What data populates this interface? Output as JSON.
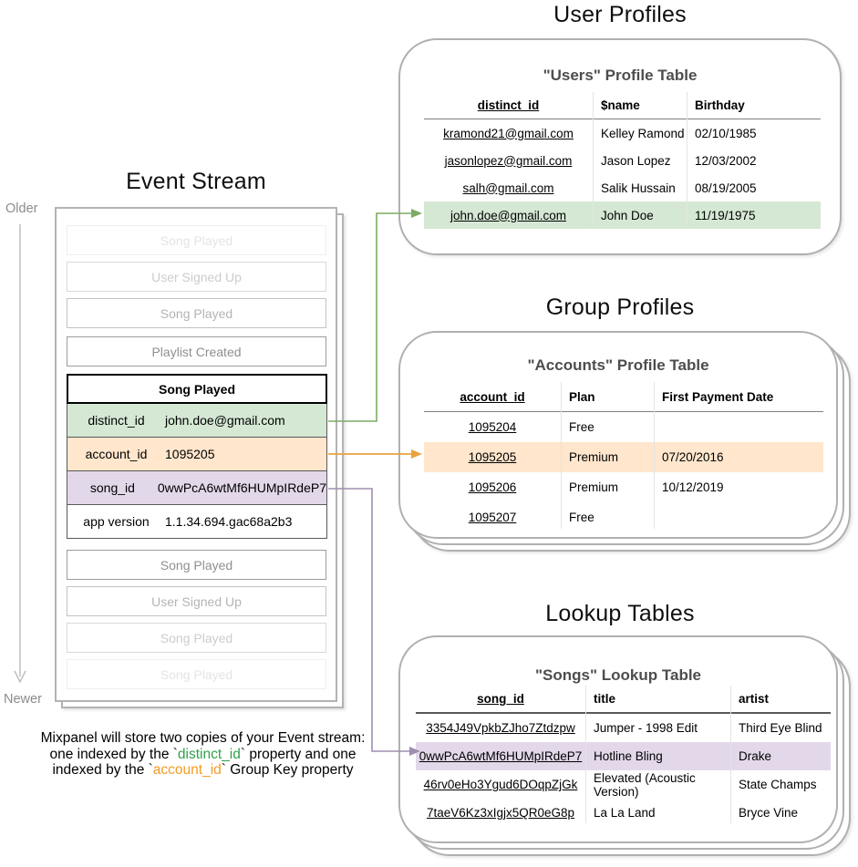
{
  "titles": {
    "event_stream": "Event Stream",
    "user_profiles": "User Profiles",
    "group_profiles": "Group Profiles",
    "lookup_tables": "Lookup Tables"
  },
  "timeline": {
    "older": "Older",
    "newer": "Newer"
  },
  "event_stream": {
    "events_before": [
      "Song Played",
      "User Signed Up",
      "Song Played",
      "Playlist Created"
    ],
    "active_event": {
      "name": "Song Played",
      "properties": [
        {
          "key": "distinct_id",
          "value": "john.doe@gmail.com",
          "highlight": "green"
        },
        {
          "key": "account_id",
          "value": "1095205",
          "highlight": "orange"
        },
        {
          "key": "song_id",
          "value": "0wwPcA6wtMf6HUMpIRdeP7",
          "highlight": "purple"
        },
        {
          "key": "app version",
          "value": "1.1.34.694.gac68a2b3",
          "highlight": "none"
        }
      ]
    },
    "events_after": [
      "Song Played",
      "User Signed Up",
      "Song Played",
      "Song Played"
    ]
  },
  "users_table": {
    "title": "\"Users\" Profile Table",
    "columns": [
      "distinct_id",
      "$name",
      "Birthday"
    ],
    "rows": [
      [
        "kramond21@gmail.com",
        "Kelley Ramond",
        "02/10/1985"
      ],
      [
        "jasonlopez@gmail.com",
        "Jason Lopez",
        "12/03/2002"
      ],
      [
        "salh@gmail.com",
        "Salik Hussain",
        "08/19/2005"
      ],
      [
        "john.doe@gmail.com",
        "John Doe",
        "11/19/1975"
      ]
    ],
    "highlighted_row": "john.doe@gmail.com"
  },
  "accounts_table": {
    "title": "\"Accounts\" Profile Table",
    "columns": [
      "account_id",
      "Plan",
      "First Payment Date"
    ],
    "rows": [
      [
        "1095204",
        "Free",
        ""
      ],
      [
        "1095205",
        "Premium",
        "07/20/2016"
      ],
      [
        "1095206",
        "Premium",
        "10/12/2019"
      ],
      [
        "1095207",
        "Free",
        ""
      ]
    ],
    "highlighted_row": "1095205"
  },
  "songs_table": {
    "title": "\"Songs\" Lookup Table",
    "columns": [
      "song_id",
      "title",
      "artist"
    ],
    "rows": [
      [
        "3354J49VpkbZJho7Ztdzpw",
        "Jumper - 1998 Edit",
        "Third Eye Blind"
      ],
      [
        "0wwPcA6wtMf6HUMpIRdeP7",
        "Hotline Bling",
        "Drake"
      ],
      [
        "46rv0eHo3Ygud6DOqpZjGk",
        "Elevated (Acoustic Version)",
        "State Champs"
      ],
      [
        "7taeV6Kz3xIgjx5QR0eG8p",
        "La La Land",
        "Bryce Vine"
      ]
    ],
    "highlighted_row": "0wwPcA6wtMf6HUMpIRdeP7"
  },
  "caption": {
    "line1": "Mixpanel will store two copies of your Event stream:",
    "line2": [
      {
        "t": "one indexed by the `"
      },
      {
        "t": "distinct_id"
      },
      {
        "t": "` property and one"
      }
    ],
    "line3": [
      {
        "t": "indexed by the `"
      },
      {
        "t": "account_id"
      },
      {
        "t": "` Group Key property"
      }
    ]
  },
  "colors": {
    "green_fill": "#d5e8d4",
    "orange_fill": "#ffe6cc",
    "purple_fill": "#e3d8e9",
    "green_arrow": "#7cab63",
    "orange_arrow": "#e8a33d",
    "purple_arrow": "#9e8fb0",
    "caption_green": "#2fa14b",
    "caption_orange": "#f59b23",
    "card_border": "#b0b0b0"
  }
}
